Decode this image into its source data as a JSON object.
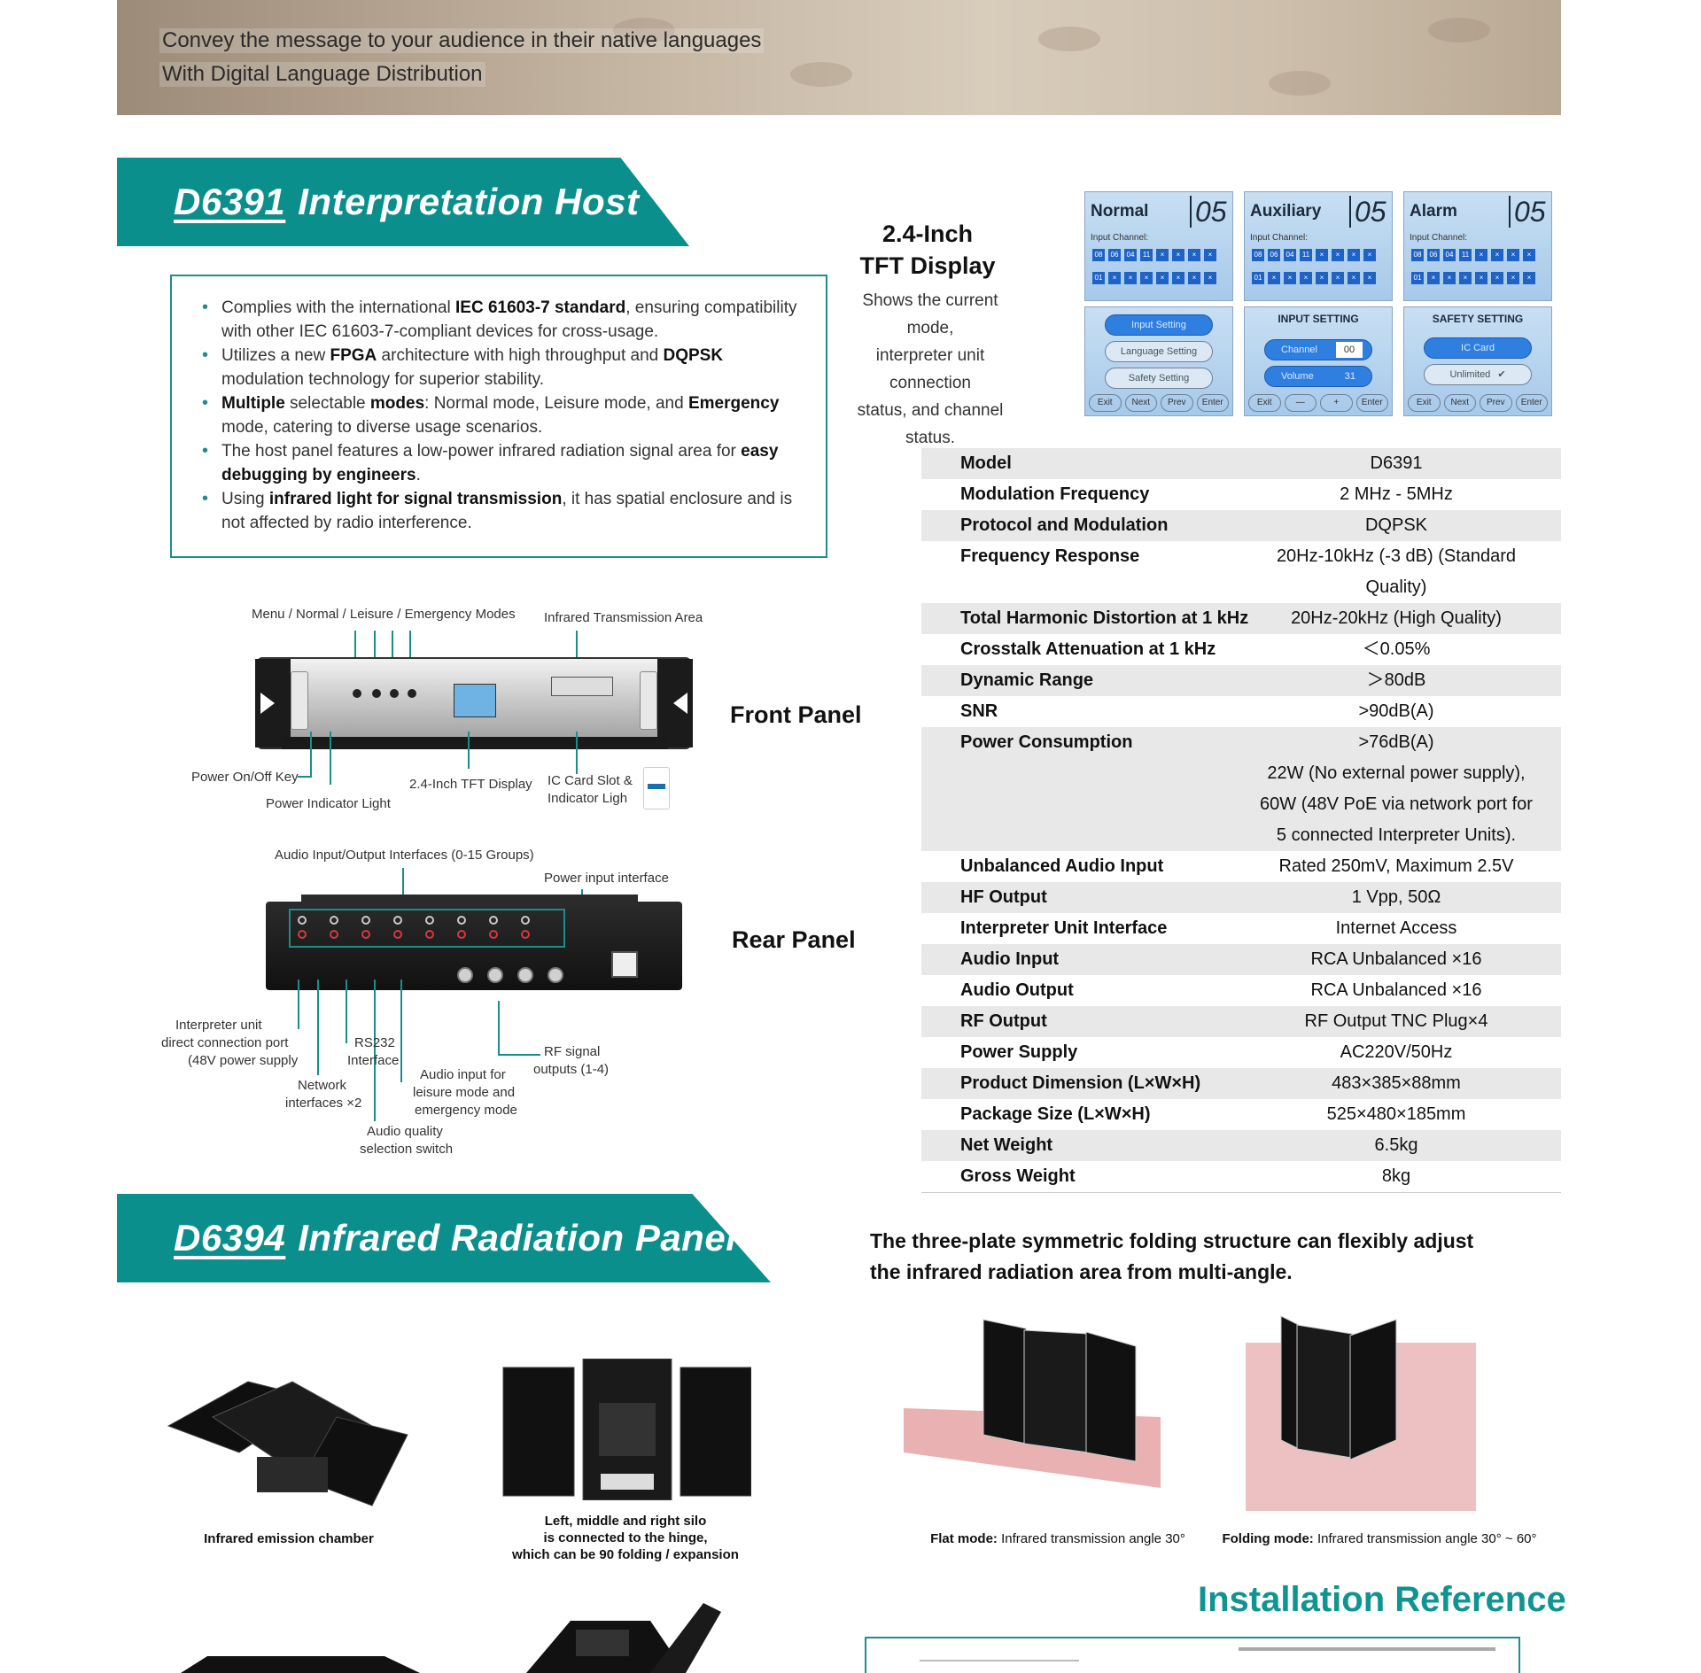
{
  "banner": {
    "line1": "Convey the message to your audience in their native languages",
    "line2": "With Digital Language Distribution"
  },
  "host": {
    "model": "D6391",
    "title": "Interpretation Host",
    "features": [
      {
        "pre": "Complies with the international ",
        "bold": "IEC 61603-7 standard",
        "post": ", ensuring compatibility with other IEC 61603-7-compliant devices for cross-usage."
      },
      {
        "pre": "Utilizes a new ",
        "bold": "FPGA",
        "mid": " architecture with high throughput and ",
        "bold2": "DQPSK",
        "post": " modulation technology for superior stability."
      },
      {
        "pre": "",
        "bold": "Multiple",
        "mid": " selectable ",
        "bold2": "modes",
        "post": ": Normal mode, Leisure mode, and ",
        "bold3": "Emergency",
        "post2": " mode, catering to diverse usage scenarios."
      },
      {
        "pre": "The host panel features a low-power infrared radiation signal area for ",
        "bold": "easy debugging by engineers",
        "post": "."
      },
      {
        "pre": "Using ",
        "bold": "infrared light for signal transmission",
        "post": ", it has spatial enclosure and is not affected by radio interference."
      }
    ],
    "front_panel": {
      "title": "Front Panel",
      "labels": {
        "modes": "Menu / Normal / Leisure / Emergency Modes",
        "ir_area": "Infrared Transmission Area",
        "power_key": "Power On/Off Key",
        "power_light": "Power Indicator Light",
        "tft": "2.4-Inch TFT Display",
        "ic_card_1": "IC Card Slot &",
        "ic_card_2": "Indicator Ligh"
      }
    },
    "rear_panel": {
      "title": "Rear Panel",
      "labels": {
        "audio_io": "Audio Input/Output Interfaces (0-15 Groups)",
        "power_input": "Power input interface",
        "interp_1": "Interpreter unit",
        "interp_2": "direct connection port",
        "interp_3": "(48V power supply",
        "rs232_1": "RS232",
        "rs232_2": "Interface",
        "network_1": "Network",
        "network_2": "interfaces ×2",
        "leisure_1": "Audio input for",
        "leisure_2": "leisure mode and",
        "leisure_3": "emergency mode",
        "quality_1": "Audio quality",
        "quality_2": "selection switch",
        "rf_1": "RF signal",
        "rf_2": "outputs (1-4)"
      }
    },
    "tft": {
      "title1": "2.4-Inch",
      "title2": "TFT Display",
      "desc1": "Shows the current mode,",
      "desc2": "interpreter unit connection",
      "desc3": "status, and channel status.",
      "screens_top": [
        {
          "mode": "Normal",
          "num": "05"
        },
        {
          "mode": "Auxiliary",
          "num": "05"
        },
        {
          "mode": "Alarm",
          "num": "05"
        }
      ],
      "input_channel": "Input Channel:",
      "row1": [
        "08",
        "06",
        "04",
        "11",
        "×",
        "×",
        "×",
        "×"
      ],
      "row2": [
        "01",
        "×",
        "×",
        "×",
        "×",
        "×",
        "×",
        "×"
      ],
      "menu_screen": {
        "items": [
          "Input Setting",
          "Language Setting",
          "Safety Setting"
        ],
        "buttons": [
          "Exit",
          "Next",
          "Prev",
          "Enter"
        ]
      },
      "input_screen": {
        "title": "INPUT SETTING",
        "channel": "Channel",
        "channel_val": "00",
        "volume": "Volume",
        "volume_val": "31",
        "buttons": [
          "Exit",
          "—",
          "+",
          "Enter"
        ]
      },
      "safety_screen": {
        "title": "SAFETY SETTING",
        "ic_card": "IC Card",
        "unlimited": "Unlimited",
        "buttons": [
          "Exit",
          "Next",
          "Prev",
          "Enter"
        ]
      }
    },
    "specs": [
      {
        "k": "Model",
        "v": [
          "D6391"
        ]
      },
      {
        "k": "Modulation Frequency",
        "v": [
          "2 MHz - 5MHz"
        ]
      },
      {
        "k": "Protocol and Modulation",
        "v": [
          "DQPSK"
        ]
      },
      {
        "k": "Frequency Response",
        "v": [
          "20Hz-10kHz (-3 dB) (Standard Quality)"
        ]
      },
      {
        "k": "Total Harmonic Distortion at 1 kHz",
        "v": [
          "20Hz-20kHz (High Quality)"
        ]
      },
      {
        "k": "Crosstalk Attenuation at 1 kHz",
        "v": [
          "＜0.05%"
        ]
      },
      {
        "k": "Dynamic Range",
        "v": [
          "＞80dB"
        ]
      },
      {
        "k": "SNR",
        "v": [
          ">90dB(A)"
        ]
      },
      {
        "k": "Power Consumption",
        "v": [
          ">76dB(A)",
          "22W (No external power supply),",
          "60W (48V PoE via network port for",
          "5 connected Interpreter Units)."
        ]
      },
      {
        "k": "Unbalanced Audio Input",
        "v": [
          "Rated 250mV, Maximum 2.5V"
        ]
      },
      {
        "k": "HF Output",
        "v": [
          "1 Vpp, 50Ω"
        ]
      },
      {
        "k": "Interpreter Unit Interface",
        "v": [
          "Internet Access"
        ]
      },
      {
        "k": "Audio Input",
        "v": [
          "RCA Unbalanced ×16"
        ]
      },
      {
        "k": "Audio Output",
        "v": [
          "RCA Unbalanced ×16"
        ]
      },
      {
        "k": "RF Output",
        "v": [
          "RF Output TNC Plug×4"
        ]
      },
      {
        "k": "Power Supply",
        "v": [
          "AC220V/50Hz"
        ]
      },
      {
        "k": "Product Dimension (L×W×H)",
        "v": [
          "483×385×88mm"
        ]
      },
      {
        "k": "Package Size (L×W×H)",
        "v": [
          "525×480×185mm"
        ]
      },
      {
        "k": "Net Weight",
        "v": [
          "6.5kg"
        ]
      },
      {
        "k": "Gross Weight",
        "v": [
          "8kg"
        ]
      }
    ]
  },
  "panel": {
    "model": "D6394",
    "title": "Infrared Radiation Panel",
    "desc1": "The three-plate symmetric folding structure can flexibly adjust",
    "desc2": "the infrared radiation area from multi-angle.",
    "cap_chamber": "Infrared emission chamber",
    "cap_hinge_1": "Left, middle and right silo",
    "cap_hinge_2": "is connected to the hinge,",
    "cap_hinge_3": "which can be 90 folding / expansion",
    "flat_bold": "Flat mode:",
    "flat_text": " Infrared transmission angle 30°",
    "fold_bold": "Folding mode:",
    "fold_text": " Infrared transmission angle 30° ~ 60°",
    "install_title": "Installation Reference"
  }
}
